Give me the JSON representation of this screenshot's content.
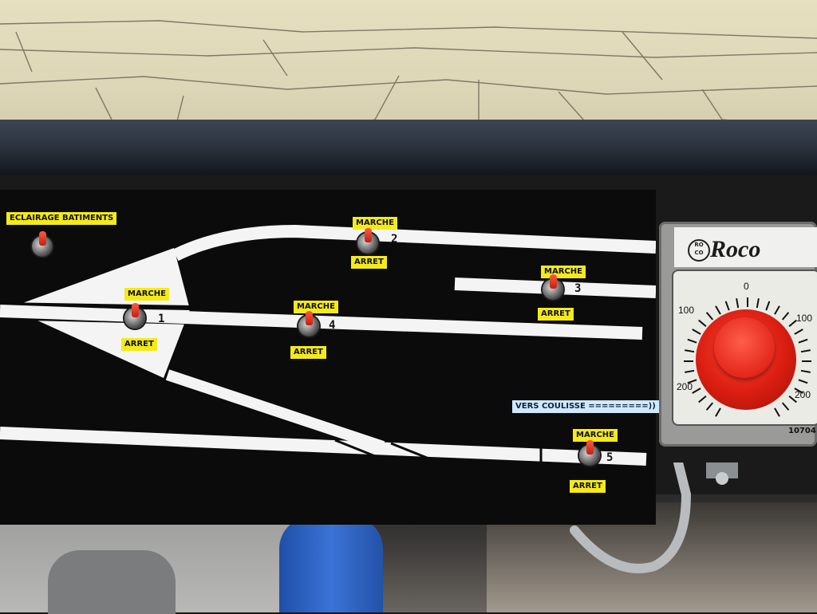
{
  "panel": {
    "lighting_label": "ECLAIRAGE BATIMENTS",
    "vers_label": "VERS COULISSE =========))",
    "switches": [
      {
        "number": "1",
        "on_label": "MARCHE",
        "off_label": "ARRET"
      },
      {
        "number": "2",
        "on_label": "MARCHE",
        "off_label": "ARRET"
      },
      {
        "number": "3",
        "on_label": "MARCHE",
        "off_label": "ARRET"
      },
      {
        "number": "4",
        "on_label": "MARCHE",
        "off_label": "ARRET"
      },
      {
        "number": "5",
        "on_label": "MARCHE",
        "off_label": "ARRET"
      }
    ]
  },
  "controller": {
    "brand": "Roco",
    "badge": "RO\nCO",
    "dial_center": "0",
    "dial_left_mid": "100",
    "dial_right_mid": "100",
    "dial_left_low": "200",
    "dial_right_low": "200",
    "model": "10704"
  },
  "colors": {
    "panel": "#0b0b0b",
    "track": "#f4f4f4",
    "label": "#f4ea1a",
    "knob": "#d81d10"
  }
}
